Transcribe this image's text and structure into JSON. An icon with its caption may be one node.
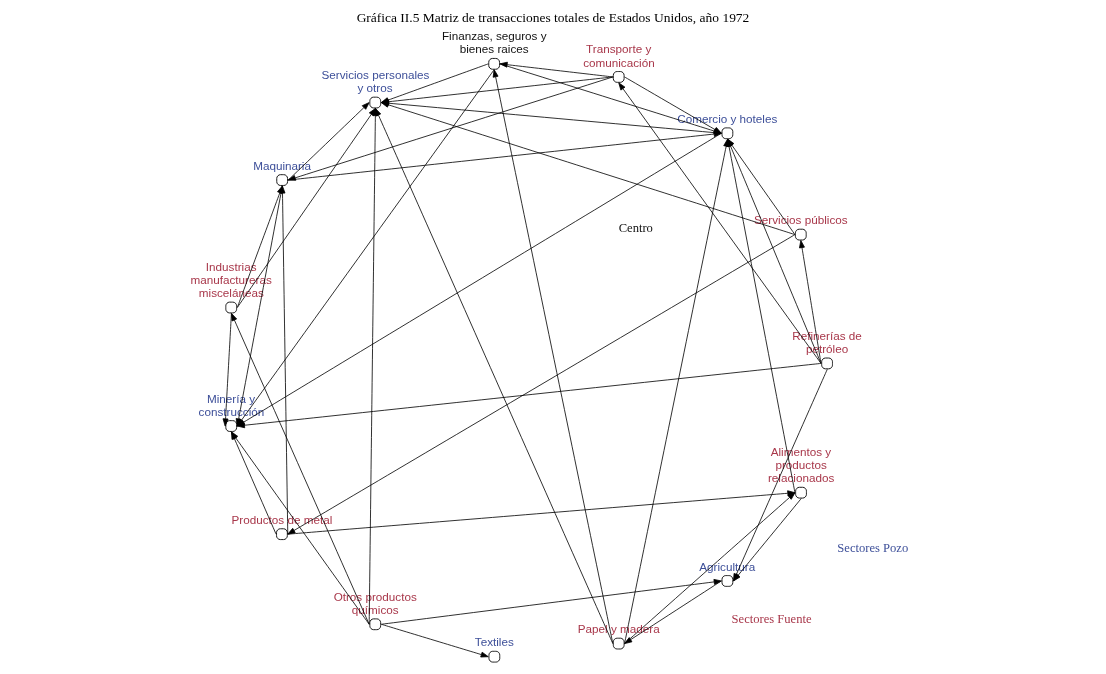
{
  "diagram": {
    "title": "Gráfica II.5 Matriz de transacciones totales de Estados Unidos, año 1972",
    "nodes": [
      {
        "text": [],
        "shape": "circle",
        "beside": [
          "Servicios públicos"
        ]
      },
      {
        "text": [],
        "shape": "circle",
        "beside": [
          "Finanzas, seguros y bienes raices"
        ]
      },
      {
        "text": [],
        "shape": "circle",
        "beside": [
          "Productos de metal"
        ]
      },
      {
        "text": [],
        "shape": "circle",
        "beside": [
          "Agricultura"
        ]
      },
      {
        "text": [],
        "shape": "circle",
        "beside": [
          "Papel y madera"
        ]
      },
      {
        "text": [],
        "shape": "circle",
        "beside": [
          "Comercio y hoteles"
        ]
      },
      {
        "text": [],
        "shape": "circle",
        "beside": [
          "Otros productos químicos"
        ]
      },
      {
        "text": [],
        "shape": "circle",
        "beside": [
          "Servicios personales y otros"
        ]
      },
      {
        "text": [],
        "shape": "circle",
        "beside": [
          "Refinerías de petróleo"
        ]
      },
      {
        "text": [],
        "shape": "circle",
        "beside": [
          "Minería y construcción"
        ]
      },
      {
        "text": [],
        "shape": "circle",
        "beside": [
          "Transporte y comunicación"
        ]
      },
      {
        "text": [],
        "shape": "circle",
        "beside": [
          "Textiles"
        ]
      },
      {
        "text": [],
        "shape": "circle",
        "beside": [
          "Alimentos y productos relacionados"
        ]
      },
      {
        "text": [],
        "shape": "circle",
        "beside": [
          "Industrias manufactureras misceláneas"
        ]
      },
      {
        "text": [],
        "shape": "circle",
        "beside": [
          "Maquinaria"
        ]
      }
    ],
    "edges": [
      {
        "from": 0,
        "to": 2,
        "arrow": "to"
      },
      {
        "from": 8,
        "to": 0,
        "arrow": "to"
      },
      {
        "from": 4,
        "to": 1,
        "arrow": "to"
      },
      {
        "from": 10,
        "to": 1,
        "arrow": "to"
      },
      {
        "from": 3,
        "to": 4,
        "arrow": "to"
      },
      {
        "from": 4,
        "to": 5,
        "arrow": "to"
      },
      {
        "from": 2,
        "to": 12,
        "arrow": "to"
      },
      {
        "from": 4,
        "to": 12,
        "arrow": "to"
      },
      {
        "from": 4,
        "to": 7,
        "arrow": "to"
      },
      {
        "from": 6,
        "to": 13,
        "arrow": "to"
      },
      {
        "from": 2,
        "to": 14,
        "arrow": "to"
      },
      {
        "from": 10,
        "to": 14,
        "arrow": "to"
      },
      {
        "from": 13,
        "to": 14,
        "arrow": "to"
      },
      {
        "from": 2,
        "to": 9,
        "arrow": "to"
      },
      {
        "from": 0,
        "to": 5,
        "arrow": "to"
      },
      {
        "from": 0,
        "to": 7,
        "arrow": "to"
      },
      {
        "from": 1,
        "to": 5,
        "arrow": "to"
      },
      {
        "from": 1,
        "to": 7,
        "arrow": "to"
      },
      {
        "from": 1,
        "to": 9,
        "arrow": "to"
      },
      {
        "from": 6,
        "to": 11,
        "arrow": "to"
      },
      {
        "from": 5,
        "to": 7,
        "arrow": "to"
      },
      {
        "from": 5,
        "to": 9,
        "arrow": "to"
      },
      {
        "from": 6,
        "to": 7,
        "arrow": "to"
      },
      {
        "from": 6,
        "to": 9,
        "arrow": "to"
      },
      {
        "from": 6,
        "to": 3,
        "arrow": "to"
      },
      {
        "from": 8,
        "to": 10,
        "arrow": "to"
      },
      {
        "from": 8,
        "to": 9,
        "arrow": "to"
      },
      {
        "from": 8,
        "to": 3,
        "arrow": "to"
      },
      {
        "from": 8,
        "to": 5,
        "arrow": "to"
      },
      {
        "from": 10,
        "to": 5,
        "arrow": "to"
      },
      {
        "from": 10,
        "to": 7,
        "arrow": "to"
      },
      {
        "from": 12,
        "to": 3,
        "arrow": "to"
      },
      {
        "from": 12,
        "to": 5,
        "arrow": "to"
      },
      {
        "from": 13,
        "to": 7,
        "arrow": "to"
      },
      {
        "from": 13,
        "to": 9,
        "arrow": "to"
      },
      {
        "from": 14,
        "to": 9,
        "arrow": "to"
      },
      {
        "from": 14,
        "to": 7,
        "arrow": "to"
      },
      {
        "from": 14,
        "to": 5,
        "arrow": "to"
      }
    ],
    "labels": [
      "Centro",
      "Sectores Fuente",
      "Sectores Pozo"
    ]
  }
}
